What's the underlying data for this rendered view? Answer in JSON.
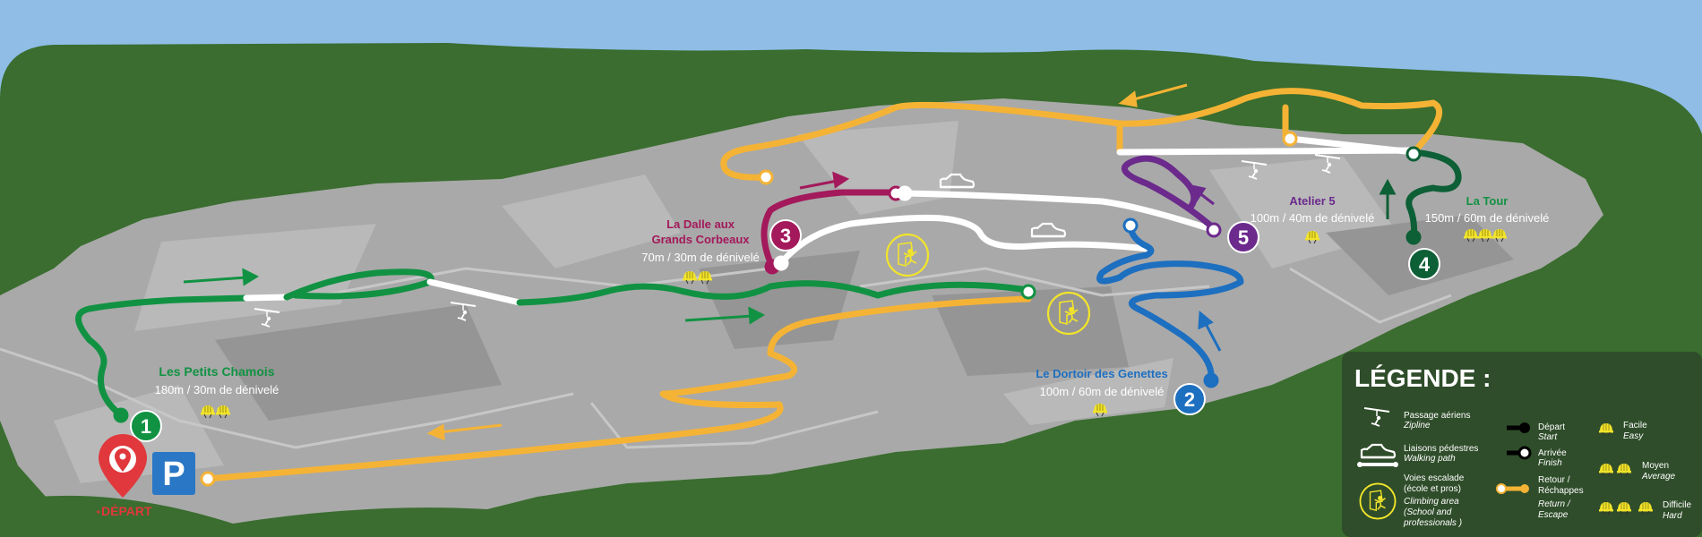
{
  "colors": {
    "sky": "#8fbde6",
    "grass": "#3a6d2f",
    "rock": "#a9a9a9",
    "rock_dark": "#8f8f8f",
    "green_route": "#119243",
    "purple_route": "#a3195b",
    "white_route": "#ffffff",
    "blue_route": "#1d6fc0",
    "violet_route": "#6b2a8c",
    "darkgreen_route": "#0d5f35",
    "orange_route": "#f5b335",
    "legend_bg": "#2f4d2a",
    "helmet": "#f2e42a",
    "depart_red": "#e0383c",
    "parking_blue": "#2a77c6"
  },
  "routes": [
    {
      "id": "1",
      "name": "Les Petits Chamois",
      "stats": "180m / 30m de dénivelé",
      "difficulty": "Moyen",
      "helmets": 2
    },
    {
      "id": "2",
      "name": "Le Dortoir des Genettes",
      "stats": "100m / 60m de dénivelé",
      "difficulty": "Facile",
      "helmets": 1
    },
    {
      "id": "3",
      "name_line1": "La Dalle aux",
      "name_line2": "Grands Corbeaux",
      "stats": "70m / 30m de dénivelé",
      "difficulty": "Moyen",
      "helmets": 2
    },
    {
      "id": "4",
      "name": "La Tour",
      "stats": "150m / 60m de dénivelé",
      "difficulty": "Difficile",
      "helmets": 3
    },
    {
      "id": "5",
      "name": "Atelier 5",
      "stats": "100m / 40m de dénivelé",
      "difficulty": "Facile",
      "helmets": 1
    }
  ],
  "start": {
    "parking": "P",
    "depart": "DÉPART",
    "depart_prefix": "+"
  },
  "legend": {
    "title": "LÉGENDE :",
    "zipline": {
      "fr": "Passage aériens",
      "en": "Zipline"
    },
    "walk": {
      "fr": "Liaisons pédestres",
      "en": "Walking path"
    },
    "climb": {
      "fr1": "Voies escalade",
      "fr2": "(école et pros)",
      "en1": "Climbing area",
      "en2": "(School and",
      "en3": "professionals )"
    },
    "depart": {
      "fr": "Départ",
      "en": "Start"
    },
    "arrivee": {
      "fr": "Arrivée",
      "en": "Finish"
    },
    "retour": {
      "fr1": "Retour /",
      "fr2": "Réchappes",
      "en1": "Return /",
      "en2": "Escape"
    },
    "facile": {
      "fr": "Facile",
      "en": "Easy"
    },
    "moyen": {
      "fr": "Moyen",
      "en": "Average"
    },
    "difficile": {
      "fr": "Difficile",
      "en": "Hard"
    }
  }
}
